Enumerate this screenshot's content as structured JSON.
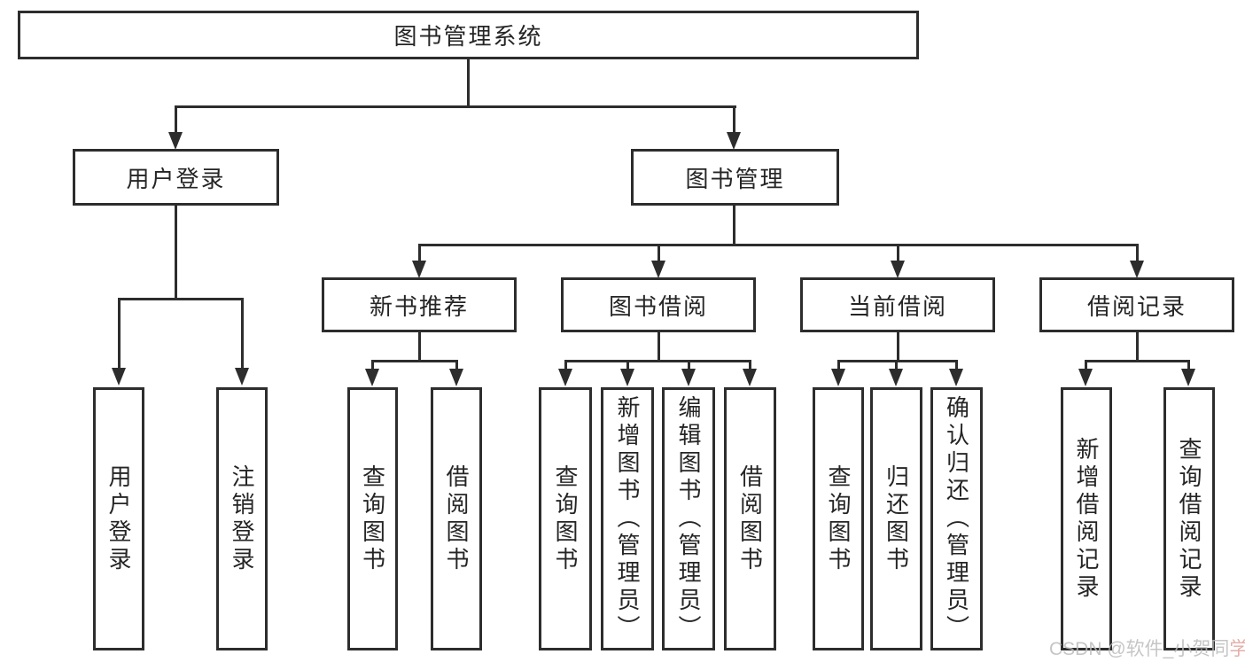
{
  "diagram": {
    "root": {
      "label": "图书管理系统"
    },
    "branches": [
      {
        "label": "用户登录",
        "children": [
          {
            "label": "用户登录"
          },
          {
            "label": "注销登录"
          }
        ]
      },
      {
        "label": "图书管理",
        "groups": [
          {
            "label": "新书推荐",
            "children": [
              {
                "label": "查询图书"
              },
              {
                "label": "借阅图书"
              }
            ]
          },
          {
            "label": "图书借阅",
            "children": [
              {
                "label": "查询图书"
              },
              {
                "label": "新增图书（管理员）"
              },
              {
                "label": "编辑图书（管理员）"
              },
              {
                "label": "借阅图书"
              }
            ]
          },
          {
            "label": "当前借阅",
            "children": [
              {
                "label": "查询图书"
              },
              {
                "label": "归还图书"
              },
              {
                "label": "确认归还（管理员）"
              }
            ]
          },
          {
            "label": "借阅记录",
            "children": [
              {
                "label": "新增借阅记录"
              },
              {
                "label": "查询借阅记录"
              }
            ]
          }
        ]
      }
    ],
    "watermark": {
      "prefix": "CSDN @软件_小贺同",
      "suffix": "学"
    }
  },
  "colors": {
    "line": "#2d2d2d",
    "text": "#252525",
    "background": "#ffffff",
    "watermark_gray": "#bcbcbc",
    "watermark_red": "#dfa09a"
  }
}
